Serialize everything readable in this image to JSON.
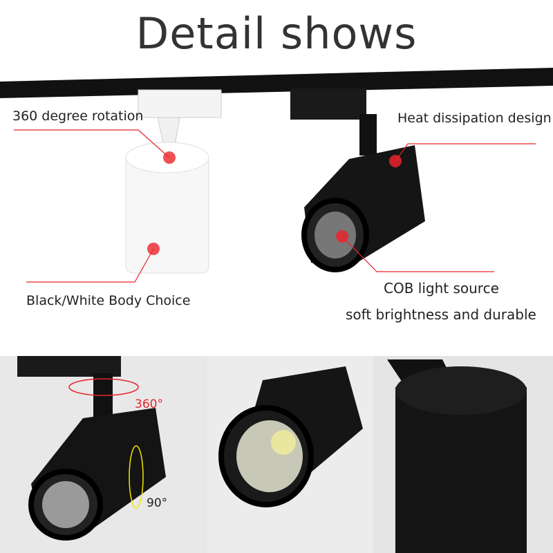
{
  "title": "Detail shows",
  "callouts": {
    "rotation": "360 degree rotation",
    "heat": "Heat dissipation design",
    "body": "Black/White Body Choice",
    "cob_line1": "COB light source",
    "cob_line2": "soft brightness and durable"
  },
  "details": {
    "horizontal_rotation": "360°",
    "vertical_rotation": "90°"
  },
  "colors": {
    "accent_red": "#e8252b",
    "arrow_yellow": "#f2e600",
    "title": "#333333"
  }
}
